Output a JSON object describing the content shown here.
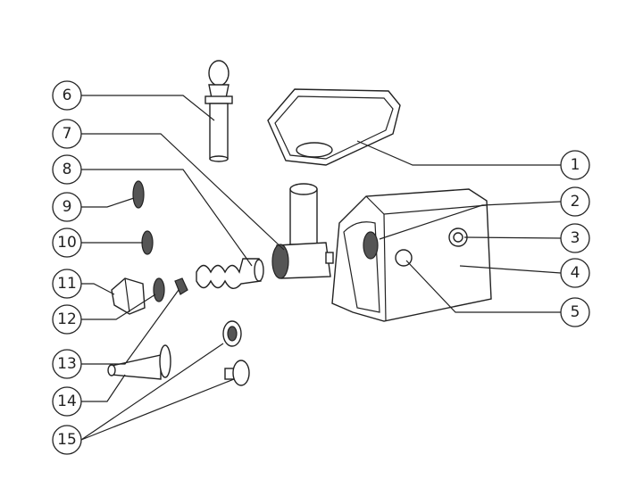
{
  "diagram": {
    "type": "exploded-view",
    "callouts": [
      {
        "label": "1",
        "part": "tray"
      },
      {
        "label": "2",
        "part": "head-socket"
      },
      {
        "label": "3",
        "part": "on-off-switch"
      },
      {
        "label": "4",
        "part": "motor-housing"
      },
      {
        "label": "5",
        "part": "head-lock-knob"
      },
      {
        "label": "6",
        "part": "pusher"
      },
      {
        "label": "7",
        "part": "grinder-head"
      },
      {
        "label": "8",
        "part": "auger"
      },
      {
        "label": "9",
        "part": "fine-cutting-plate"
      },
      {
        "label": "10",
        "part": "medium-cutting-plate"
      },
      {
        "label": "11",
        "part": "ring-nut"
      },
      {
        "label": "12",
        "part": "coarse-cutting-plate"
      },
      {
        "label": "13",
        "part": "cutting-blade"
      },
      {
        "label": "14",
        "part": "sausage-tube"
      },
      {
        "label": "15",
        "part": "kubbe-attachment"
      }
    ]
  }
}
